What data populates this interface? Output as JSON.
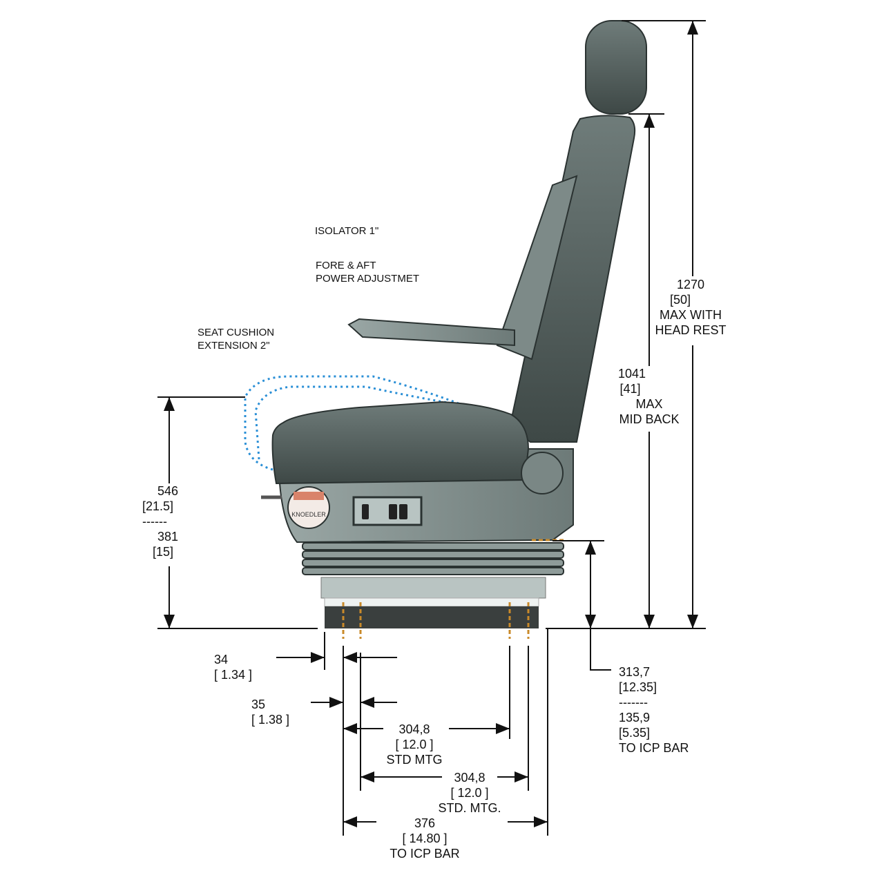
{
  "notes": {
    "isolator": "ISOLATOR 1\"",
    "fore_aft_1": "FORE & AFT",
    "fore_aft_2": "POWER ADJUSTMET",
    "cushion_1": "SEAT CUSHION",
    "cushion_2": "EXTENSION 2\""
  },
  "logo": {
    "text": "KNOEDLER"
  },
  "dimensions": {
    "overall_height": {
      "mm": "1270",
      "in": "[50]",
      "line1": "MAX WITH",
      "line2": "HEAD REST"
    },
    "mid_back": {
      "mm": "1041",
      "in": "[41]",
      "line1": "MAX",
      "line2": "MID BACK"
    },
    "seat_height": {
      "mm": "546",
      "in": "[21.5]",
      "sep": "------",
      "mm2": "381",
      "in2": "[15]"
    },
    "icp_height": {
      "mm": "313,7",
      "in": "[12.35]",
      "sep": "-------",
      "mm2": "135,9",
      "in2": "[5.35]",
      "note": "TO ICP BAR"
    },
    "offset_34": {
      "mm": "34",
      "in": "[ 1.34 ]"
    },
    "offset_35": {
      "mm": "35",
      "in": "[ 1.38 ]"
    },
    "std_mtg_1": {
      "mm": "304,8",
      "in": "[ 12.0 ]",
      "note": "STD MTG"
    },
    "std_mtg_2": {
      "mm": "304,8",
      "in": "[ 12.0 ]",
      "note": "STD. MTG."
    },
    "icp_bar": {
      "mm": "376",
      "in": "[ 14.80 ]",
      "note": "TO ICP BAR"
    }
  },
  "colors": {
    "seat_dark": "#56625f",
    "seat_light": "#8e9b99",
    "extension_dots": "#2a8fd6",
    "bolt": "#c98a2a"
  }
}
